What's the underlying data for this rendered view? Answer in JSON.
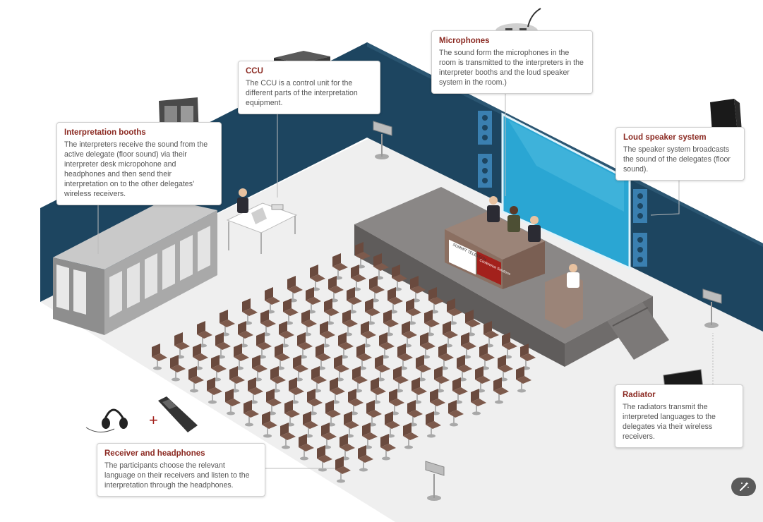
{
  "callouts": {
    "booths": {
      "title": "Interpretation booths",
      "text": "The interpreters receive the sound from the active delegate (floor sound) via their interpreter desk micropohone and headphones and then send their interpretation on to the other delegates’ wireless receivers."
    },
    "ccu": {
      "title": "CCU",
      "text": "The CCU is a control unit for the different parts of the interpretation equipment."
    },
    "microphones": {
      "title": "Microphones",
      "text": "The sound form the microphones in the room is transmitted to the interpreters in the interpreter booths and the loud speaker system in the room.)"
    },
    "speaker": {
      "title": "Loud speaker system",
      "text": "The speaker system broadcasts the sound of the delegates (floor sound)."
    },
    "radiator": {
      "title": "Radiator",
      "text": "The radiators transmit the interpreted languages to the delegates via their wireless receivers."
    },
    "receiver": {
      "title": "Receiver and headphones",
      "text": "The participants choose the relevant language on their receivers and listen to the interpretation through the headphones."
    }
  },
  "banner": {
    "brand": "SUMMIT TELETECH",
    "tagline": "Conference Solutions"
  },
  "colors": {
    "wall": "#1d4560",
    "floor": "#ececec",
    "stage": "#7e7b7a",
    "chair": "#7d5a4c",
    "accent": "#8b2a22",
    "screen": "#2aa6d3"
  },
  "fab": {
    "icon": "magic-wand-icon"
  }
}
